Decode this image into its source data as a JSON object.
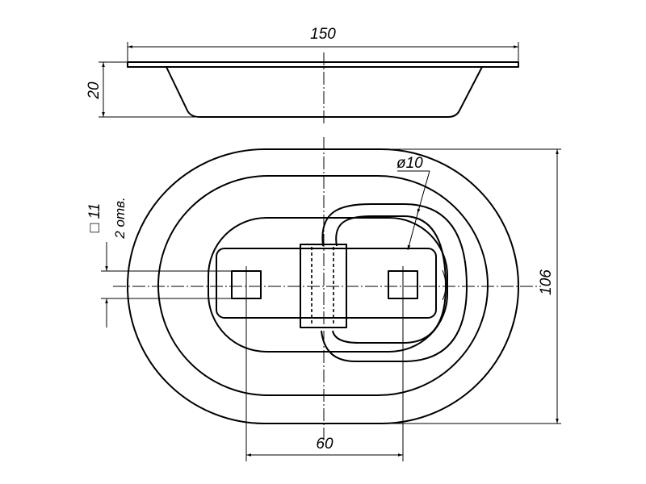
{
  "dimensions": {
    "width_label": "150",
    "depth_label": "20",
    "height_label": "106",
    "hole_spacing_label": "60",
    "hole_size_label": "□ 11",
    "hole_count_label": "2 отв.",
    "ring_diameter_label": "ø10"
  },
  "colors": {
    "line": "#000000",
    "background": "#ffffff"
  }
}
